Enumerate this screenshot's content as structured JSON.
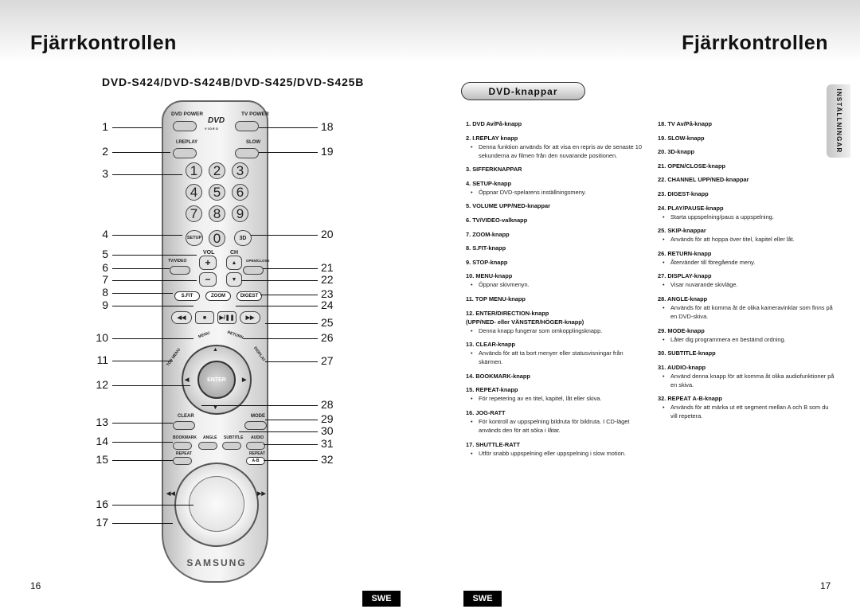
{
  "page_left": {
    "title": "Fjärrkontrollen",
    "models": "DVD-S424/DVD-S424B/DVD-S425/DVD-S425B",
    "page_number": "16",
    "lang_badge": "SWE"
  },
  "page_right": {
    "title": "Fjärrkontrollen",
    "section_title": "DVD-knappar",
    "side_tab": "INSTÄLLNINGAR",
    "page_number": "17",
    "lang_badge": "SWE"
  },
  "remote": {
    "dvd_power": "DVD POWER",
    "tv_power": "TV POWER",
    "dvd_logo": "DVD",
    "dvd_logo_sub": "V I D E O",
    "i_replay": "I.REPLAY",
    "slow": "SLOW",
    "digits": [
      "1",
      "2",
      "3",
      "4",
      "5",
      "6",
      "7",
      "8",
      "9"
    ],
    "setup": "SETUP",
    "zero": "0",
    "three_d": "3D",
    "vol": "VOL",
    "ch": "CH",
    "tv_video": "TV/VIDEO",
    "open_close": "OPEN/CLOSE",
    "sfit": "S.FIT",
    "zoom": "ZOOM",
    "digest": "DIGEST",
    "menu": "MENU",
    "return": "RETURN",
    "top_menu": "TOP MENU",
    "display": "DISPLAY",
    "enter": "ENTER",
    "clear": "CLEAR",
    "mode": "MODE",
    "bookmark": "BOOKMARK",
    "angle": "ANGLE",
    "subtitle": "SUBTITLE",
    "audio": "AUDIO",
    "repeat": "REPEAT",
    "repeat2": "REPEAT",
    "ab": "A-B",
    "brand": "SAMSUNG"
  },
  "callouts_left": [
    "1",
    "2",
    "3",
    "4",
    "5",
    "6",
    "7",
    "8",
    "9",
    "10",
    "11",
    "12",
    "13",
    "14",
    "15",
    "16",
    "17"
  ],
  "callouts_right": [
    "18",
    "19",
    "20",
    "21",
    "22",
    "23",
    "24",
    "25",
    "26",
    "27",
    "28",
    "29",
    "30",
    "31",
    "32"
  ],
  "items_col1": [
    {
      "h": "1. DVD Av/På-knapp"
    },
    {
      "h": "2. I.REPLAY knapp",
      "d": "Denna funktion används för att visa en repris av de senaste 10 sekunderna av filmen från den nuvarande positionen."
    },
    {
      "h": "3. SIFFERKNAPPAR"
    },
    {
      "h": "4. SETUP-knapp",
      "d": "Öppnar DVD-spelarens inställningsmeny."
    },
    {
      "h": "5. VOLUME UPP/NED-knappar"
    },
    {
      "h": "6. TV/VIDEO-valknapp"
    },
    {
      "h": "7. ZOOM-knapp"
    },
    {
      "h": "8. S.FIT-knapp"
    },
    {
      "h": "9. STOP-knapp"
    },
    {
      "h": "10. MENU-knapp",
      "d": "Öppnar skivmenyn."
    },
    {
      "h": "11. TOP MENU-knapp"
    },
    {
      "h": "12. ENTER/DIRECTION-knapp",
      "sub": "(UPP/NED- eller VÄNSTER/HÖGER-knapp)",
      "d": "Denna knapp fungerar som omkopplingsknapp."
    },
    {
      "h": "13. CLEAR-knapp",
      "d": "Används för att ta bort menyer eller statusvisningar från skärmen."
    },
    {
      "h": "14. BOOKMARK-knapp"
    },
    {
      "h": "15. REPEAT-knapp",
      "d": "För repetering av en titel, kapitel, låt eller skiva."
    },
    {
      "h": "16. JOG-RATT",
      "d": "För kontroll av uppspelning bildruta för bildruta. I CD-läget används den för att söka i låtar."
    },
    {
      "h": "17. SHUTTLE-RATT",
      "d": "Utför snabb uppspelning eller uppspelning i slow motion."
    }
  ],
  "items_col2": [
    {
      "h": "18. TV Av/På-knapp"
    },
    {
      "h": "19. SLOW-knapp"
    },
    {
      "h": "20. 3D-knapp"
    },
    {
      "h": "21. OPEN/CLOSE-knapp"
    },
    {
      "h": "22. CHANNEL UPP/NED-knappar"
    },
    {
      "h": "23. DIGEST-knapp"
    },
    {
      "h": "24. PLAY/PAUSE-knapp",
      "d": "Starta uppspelning/paus a uppspelning."
    },
    {
      "h": "25. SKIP-knappar",
      "d": "Används för att hoppa över titel, kapitel eller låt."
    },
    {
      "h": "26. RETURN-knapp",
      "d": "Återvänder till föregående meny."
    },
    {
      "h": "27. DISPLAY-knapp",
      "d": "Visar nuvarande skivläge."
    },
    {
      "h": "28. ANGLE-knapp",
      "d": "Används för att komma åt de olika kameravinklar som finns på en DVD-skiva."
    },
    {
      "h": "29. MODE-knapp",
      "d": "Låter dig programmera en bestämd ordning."
    },
    {
      "h": "30. SUBTITLE-knapp"
    },
    {
      "h": "31. AUDIO-knapp",
      "d": "Använd denna knapp för att komma åt olika audiofunktioner på en skiva."
    },
    {
      "h": "32. REPEAT A-B-knapp",
      "d": "Används för att märka ut ett segment mellan A och B som du vill repetera."
    }
  ]
}
